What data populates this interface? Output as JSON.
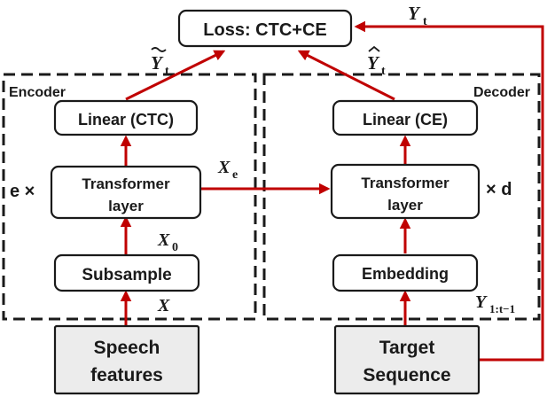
{
  "loss": {
    "label": "Loss: CTC+CE"
  },
  "encoder": {
    "region_label": "Encoder",
    "linear_label": "Linear (CTC)",
    "transformer_line1": "Transformer",
    "transformer_line2": "layer",
    "subsample_label": "Subsample",
    "repeat_label": "e ×"
  },
  "decoder": {
    "region_label": "Decoder",
    "linear_label": "Linear (CE)",
    "transformer_line1": "Transformer",
    "transformer_line2": "layer",
    "embedding_label": "Embedding",
    "repeat_label": "× d"
  },
  "inputs": {
    "speech_line1": "Speech",
    "speech_line2": "features",
    "target_line1": "Target",
    "target_line2": "Sequence"
  },
  "symbols": {
    "y_tilde": "Y",
    "y_tilde_sub": "t",
    "y_hat": "Y",
    "y_hat_sub": "t",
    "y_true": "Y",
    "y_true_sub": "t",
    "x_e": "X",
    "x_e_sub": "e",
    "x_0": "X",
    "x_0_sub": "0",
    "x": "X",
    "y_prefix": "Y",
    "y_prefix_sub": "1:t−1"
  },
  "colors": {
    "arrow": "#c00000",
    "line": "#1a1a1a",
    "input_fill": "#ececec"
  }
}
